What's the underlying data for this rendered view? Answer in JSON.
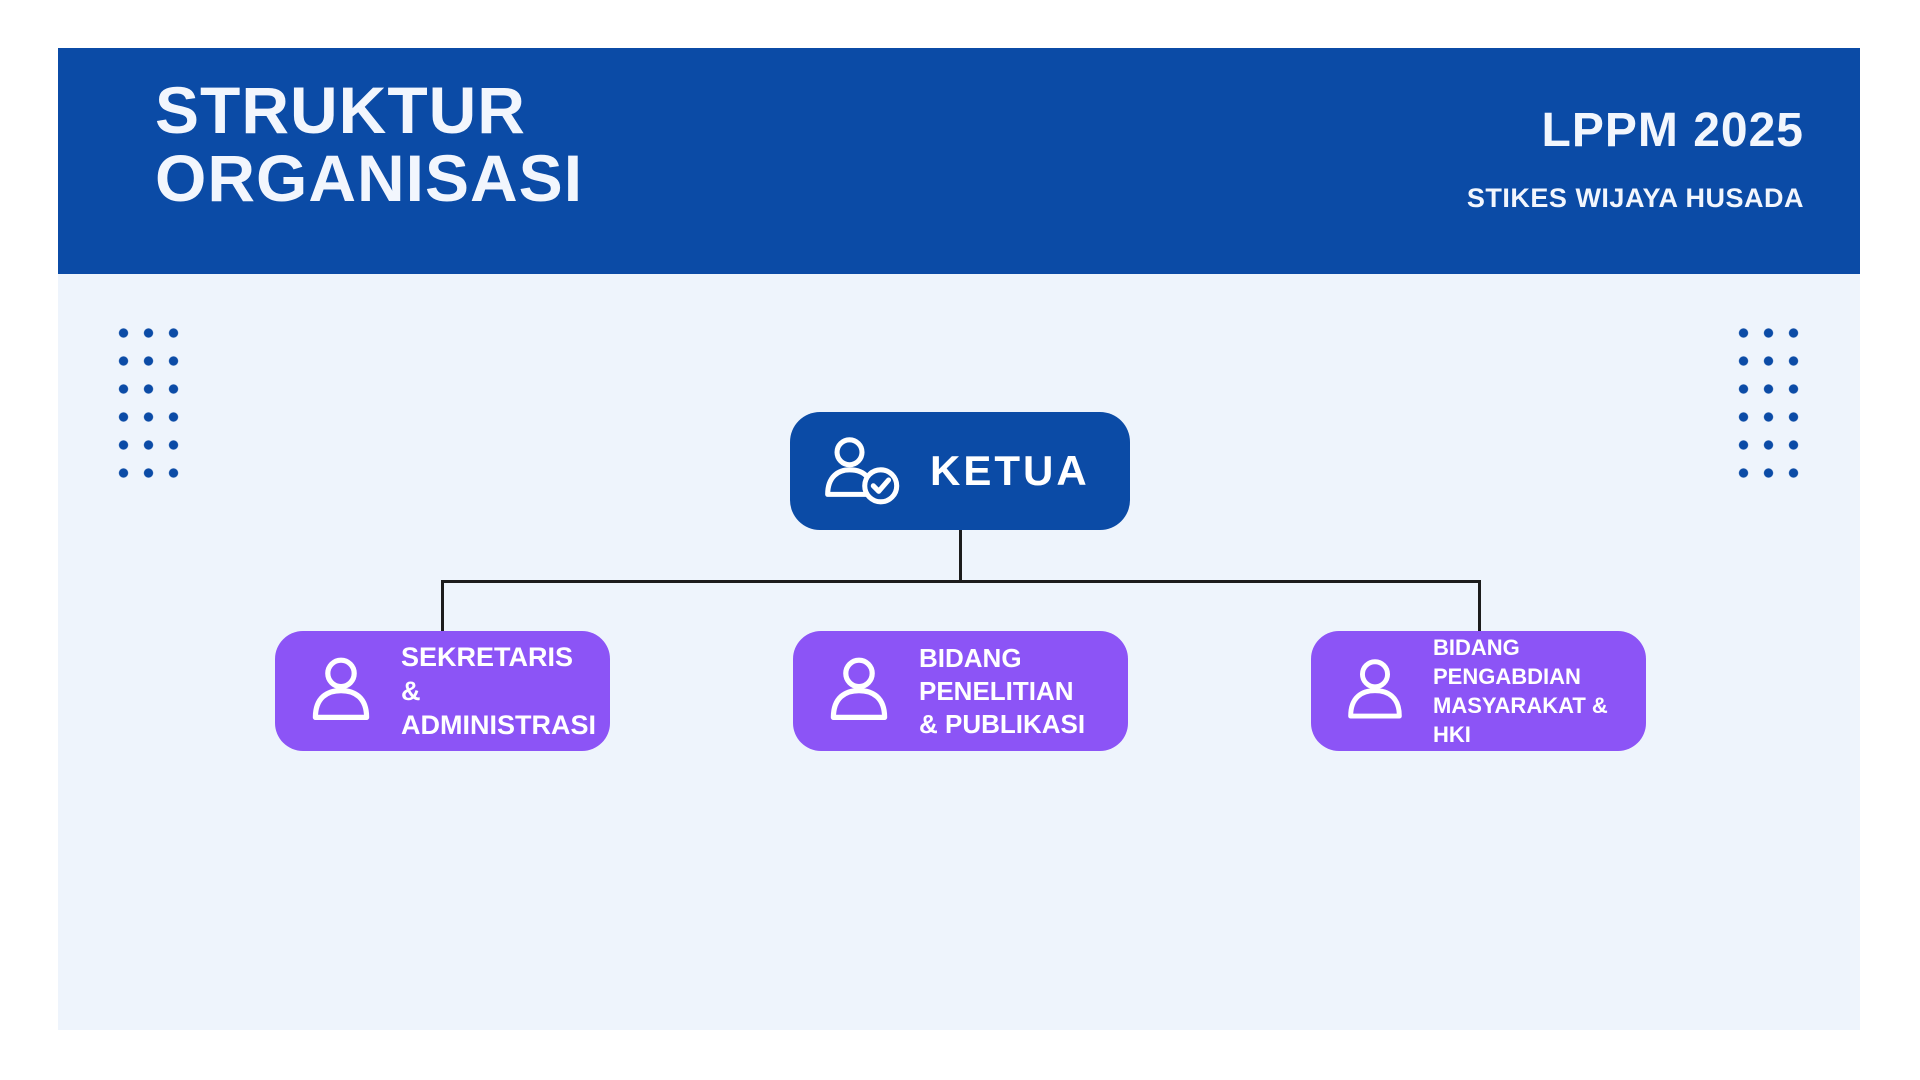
{
  "header": {
    "title_line1": "STRUKTUR",
    "title_line2": "ORGANISASI",
    "org_name": "LPPM 2025",
    "org_subtitle": "STIKES WIJAYA HUSADA"
  },
  "org_chart": {
    "root": {
      "label": "KETUA",
      "icon": "person-check-icon"
    },
    "children": [
      {
        "icon": "person-icon",
        "lines": [
          "SEKRETARIS &",
          "ADMINISTRASI"
        ]
      },
      {
        "icon": "person-icon",
        "lines": [
          "BIDANG",
          "PENELITIAN",
          "& PUBLIKASI"
        ]
      },
      {
        "icon": "person-icon",
        "lines": [
          "BIDANG",
          "PENGABDIAN",
          "MASYARAKAT & HKI"
        ]
      }
    ]
  },
  "colors": {
    "header_blue": "#0b4ba6",
    "node_blue": "#0b4ba6",
    "node_purple": "#8c54f6",
    "body_background": "#eef4fc",
    "page_background": "#ffffff",
    "connector": "#1c1c1c",
    "dot_blue": "#0b4ba6",
    "text_on_dark": "#ffffff"
  },
  "decor": {
    "dot_grid_rows": 6,
    "dot_grid_cols": 3
  }
}
